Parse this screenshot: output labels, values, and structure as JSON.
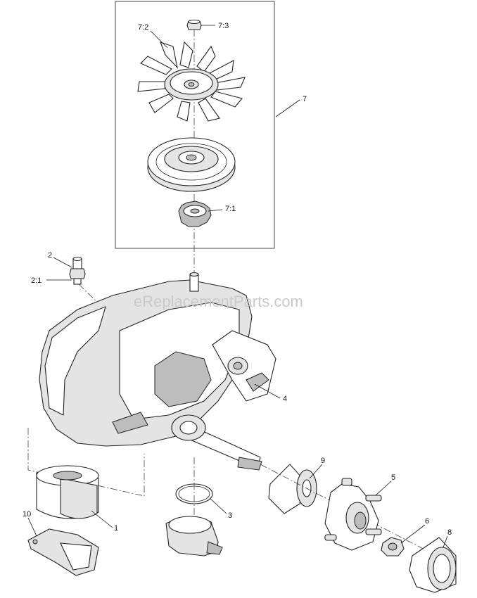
{
  "watermark": "eReplacementParts.com",
  "callouts": {
    "c7_2": "7:2",
    "c7_3": "7:3",
    "c7": "7",
    "c7_1": "7:1",
    "c2": "2",
    "c2_1": "2:1",
    "c4": "4",
    "c9": "9",
    "c5": "5",
    "c3": "3",
    "c1": "1",
    "c10": "10",
    "c6": "6",
    "c8": "8"
  }
}
